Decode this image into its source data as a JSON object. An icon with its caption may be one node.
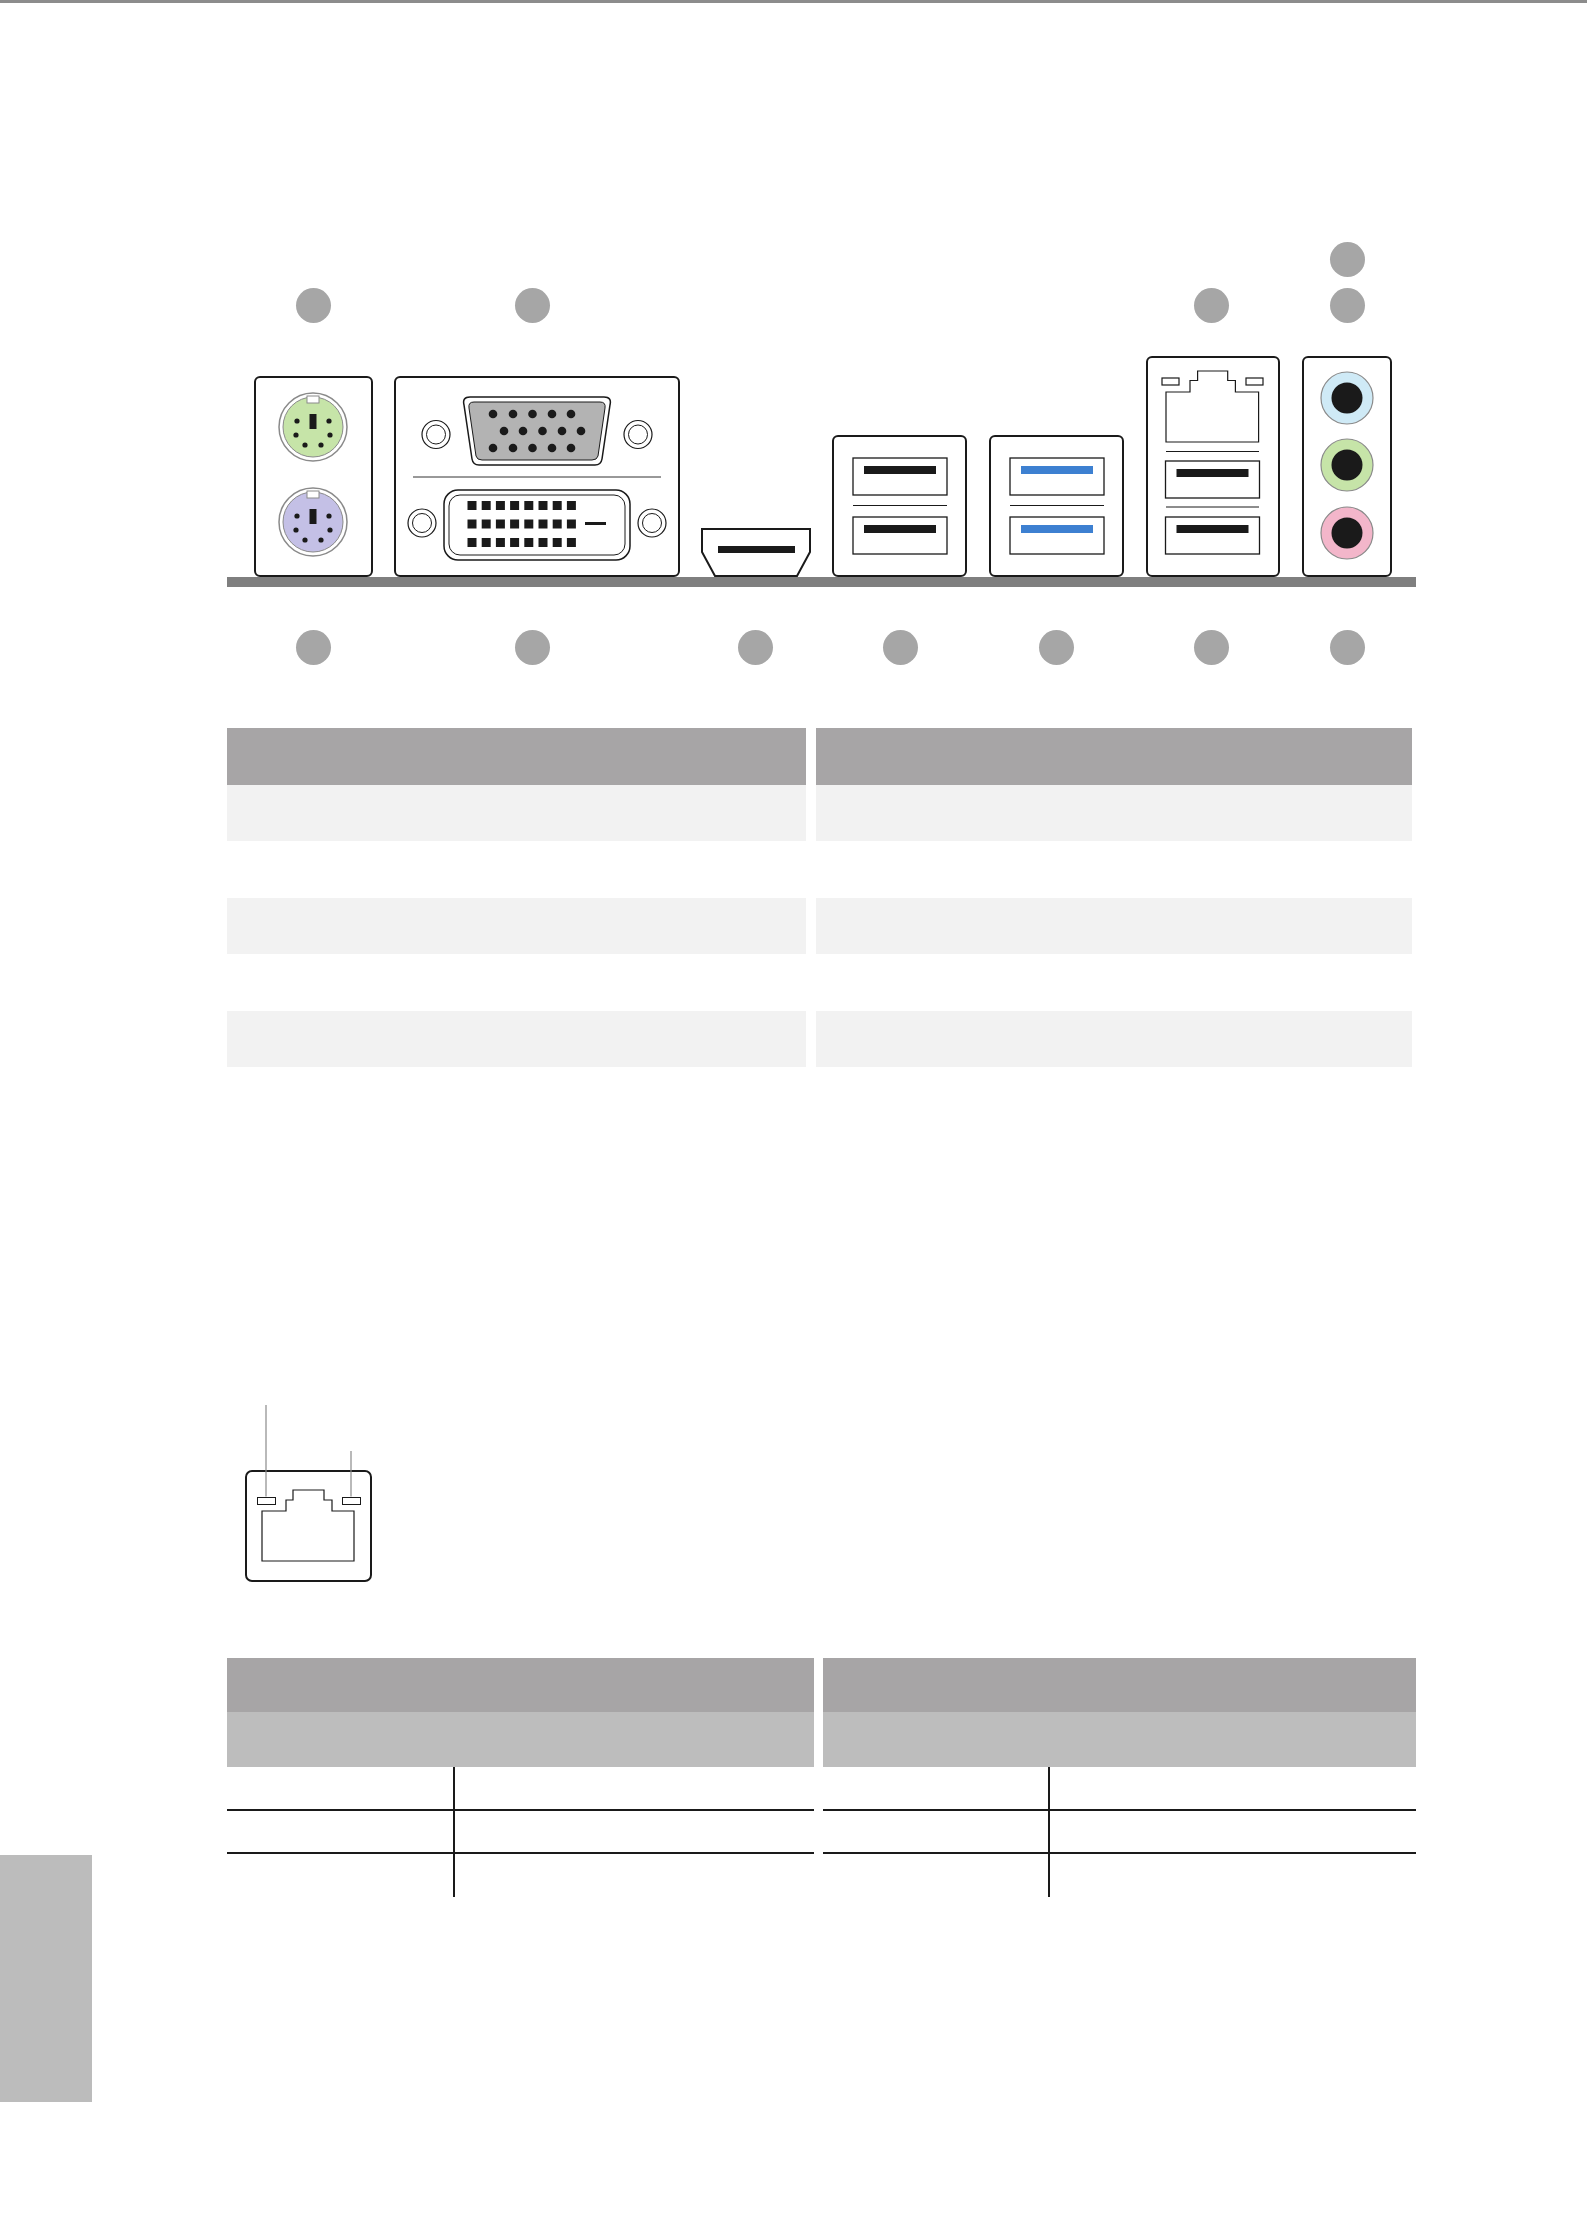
{
  "diagram": {
    "nodes": [
      {
        "text": [],
        "shape": "circle"
      },
      {
        "text": [],
        "shape": "circle"
      },
      {
        "text": [],
        "shape": "circle"
      },
      {
        "text": [],
        "shape": "circle"
      },
      {
        "text": [],
        "shape": "circle"
      },
      {
        "text": [],
        "shape": "circle"
      },
      {
        "text": [],
        "shape": "circle"
      },
      {
        "text": [],
        "shape": "circle"
      },
      {
        "text": [],
        "shape": "circle"
      },
      {
        "text": [],
        "shape": "circle"
      },
      {
        "text": [],
        "shape": "circle"
      },
      {
        "text": [],
        "shape": "circle"
      },
      {
        "text": [],
        "shape": "box"
      },
      {
        "text": [],
        "shape": "box"
      },
      {
        "text": [],
        "shape": "bar"
      }
    ],
    "edges": [
      {
        "from": null,
        "to": 12,
        "arrow": "none"
      },
      {
        "from": null,
        "to": 13,
        "arrow": "none"
      }
    ]
  }
}
